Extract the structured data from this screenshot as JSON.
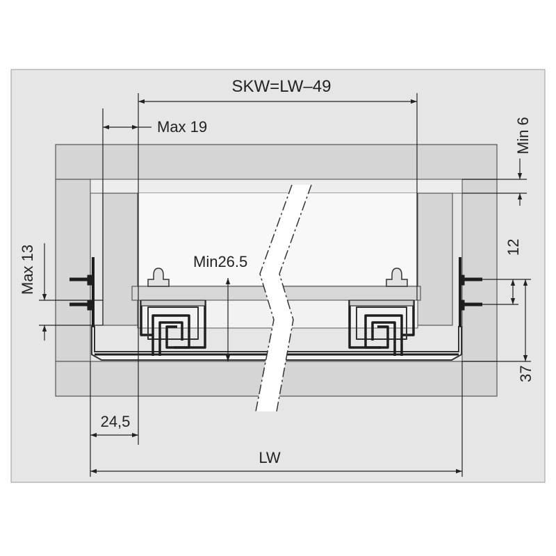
{
  "labels": {
    "skw": "SKW=LW‒49",
    "max19": "Max 19",
    "min6": "Min 6",
    "max13": "Max 13",
    "min26_5": "Min26.5",
    "twelve": "12",
    "thirtyseven": "37",
    "twentyfour_5": "24,5",
    "lw": "LW"
  },
  "colors": {
    "background": "#ffffff",
    "panel": "#e6e6e6",
    "cabinet": "#d5d5d5",
    "line": "#222222",
    "rail": "#1e1e1e",
    "drawer_base": "#f4f4f4"
  }
}
